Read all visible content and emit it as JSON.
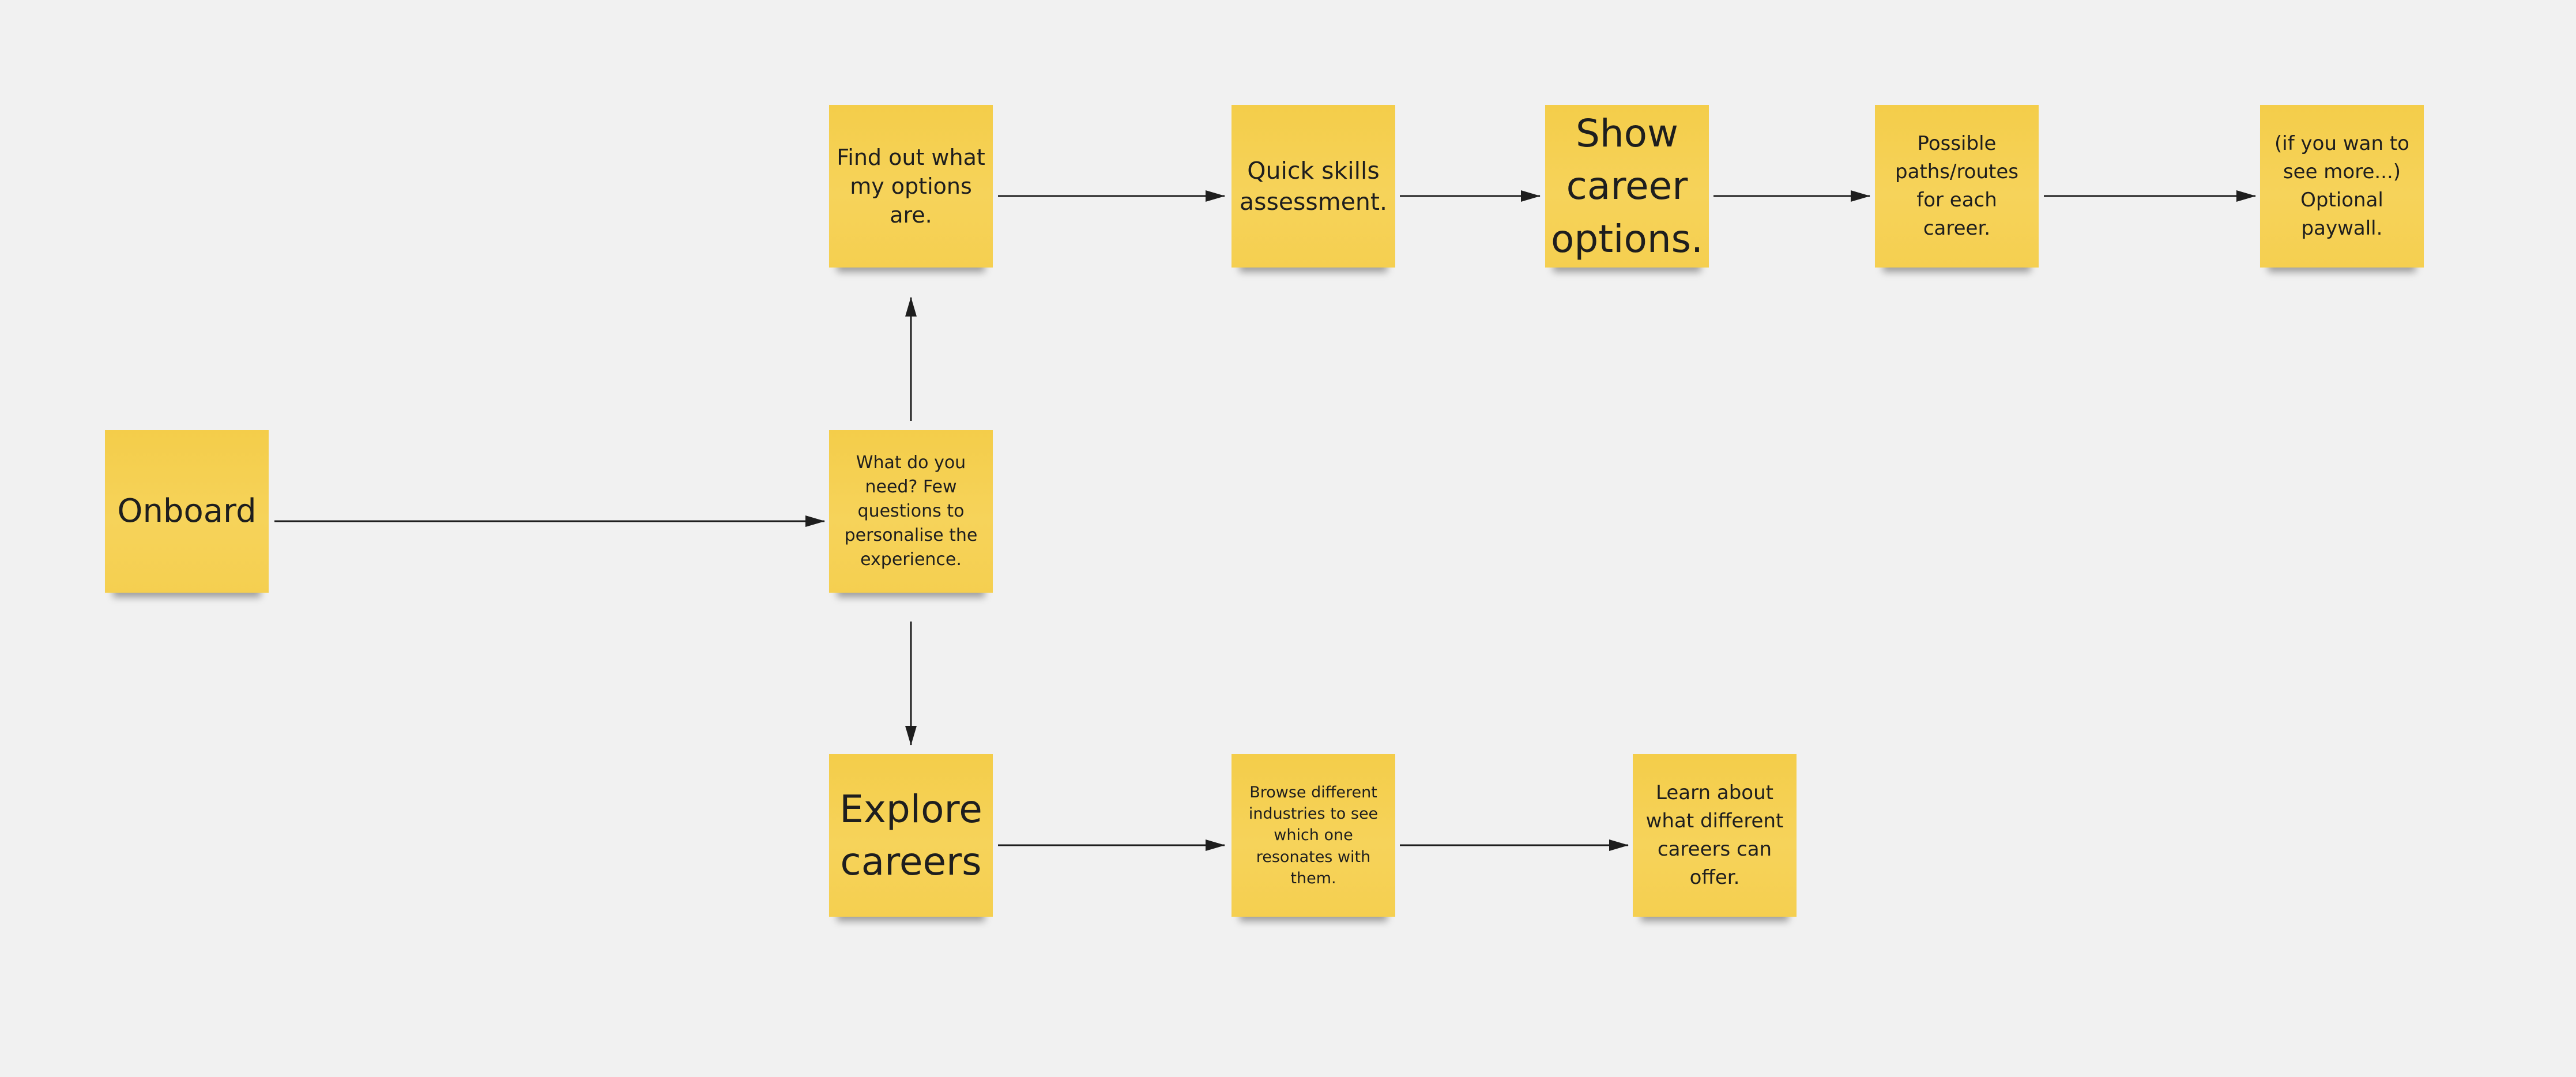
{
  "notes": {
    "onboard": "Onboard",
    "needs": "What do you need? Few questions to personalise the experience.",
    "find_options": "Find out what my options are.",
    "skills": "Quick skills assessment.",
    "show_career": "Show career options.",
    "paths": "Possible paths/routes for each career.",
    "paywall": "(if you wan to see more...) Optional paywall.",
    "explore": "Explore careers",
    "browse": "Browse different industries to see which one resonates with them.",
    "learn": "Learn about what different careers can offer."
  },
  "colors": {
    "background": "#f1f1f1",
    "sticky_note": "#f5cf4f",
    "arrow": "#1e1e1e"
  }
}
